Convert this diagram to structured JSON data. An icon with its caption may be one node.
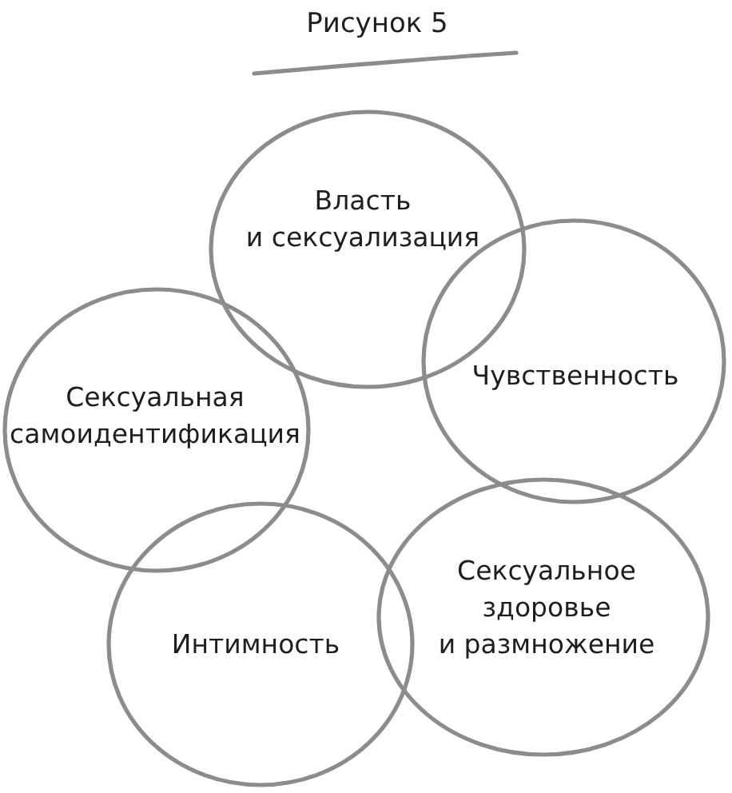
{
  "diagram": {
    "title": "Рисунок 5",
    "nodes": [
      {
        "text": [
          "Власть и сексуализация"
        ]
      },
      {
        "text": [
          "Чувственность"
        ]
      },
      {
        "text": [
          "Сексуальная самоидентификация"
        ]
      },
      {
        "text": [
          "Интимность"
        ]
      },
      {
        "text": [
          "Сексуальное здоровье и размножение"
        ]
      }
    ]
  }
}
